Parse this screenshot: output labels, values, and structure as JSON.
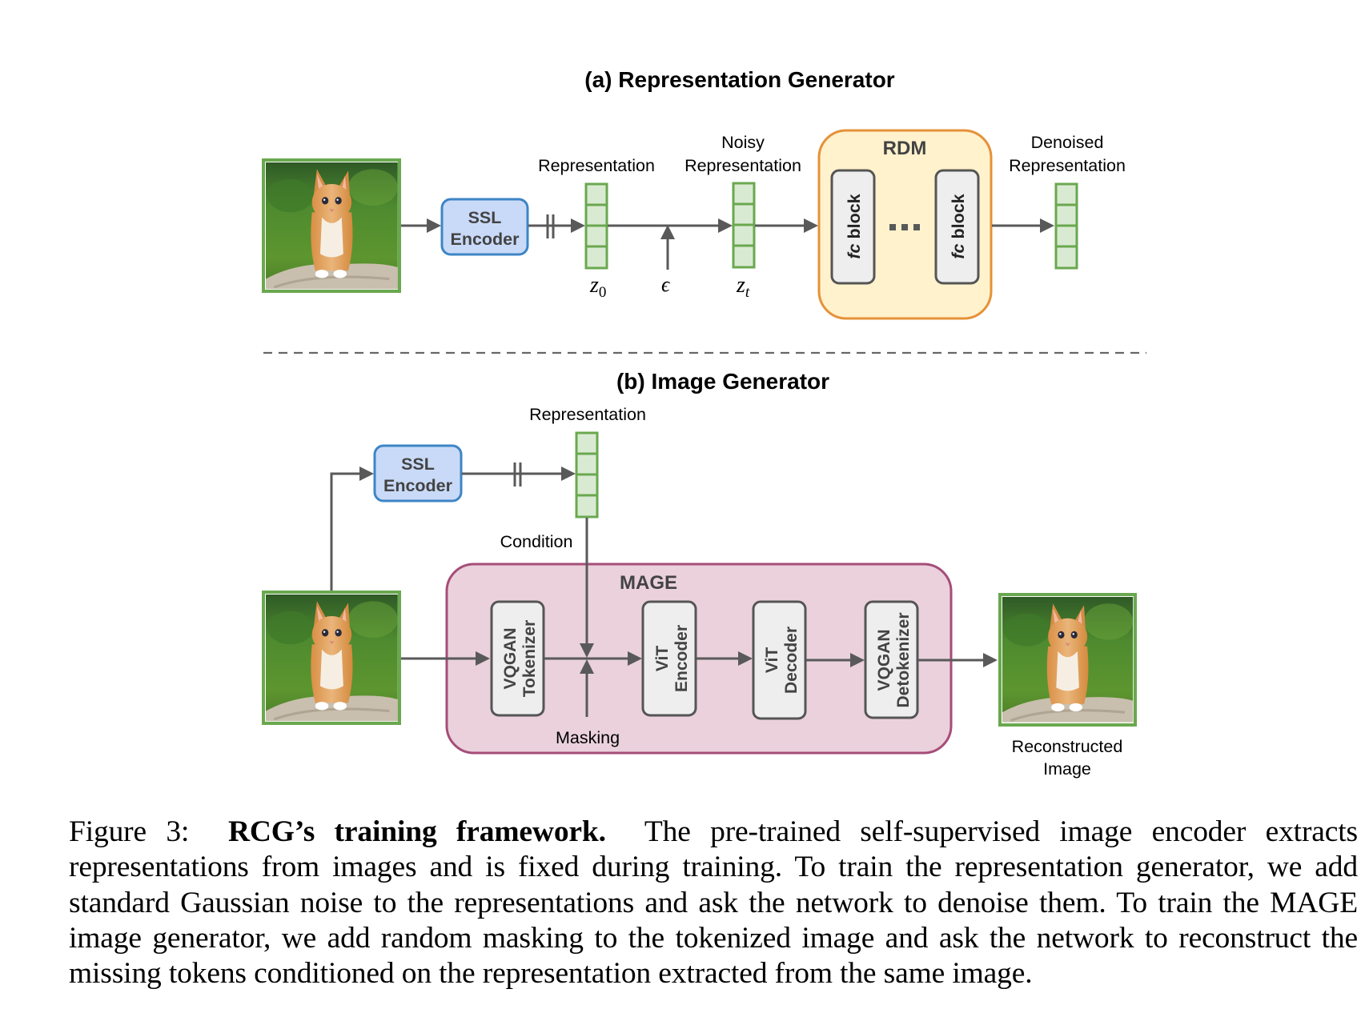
{
  "figure": {
    "panel_a": {
      "title": "(a) Representation Generator",
      "ssl_encoder": [
        "SSL",
        "Encoder"
      ],
      "label_representation": "Representation",
      "label_noisy": [
        "Noisy",
        "Representation"
      ],
      "label_denoised": [
        "Denoised",
        "Representation"
      ],
      "rdm_title": "RDM",
      "fc_block_prefix": "fc",
      "fc_block_suffix": " block",
      "ellipsis": "…",
      "sym_z0": "z",
      "sym_z0_sub": "0",
      "sym_eps": "ϵ",
      "sym_zt": "z",
      "sym_zt_sub": "t"
    },
    "panel_b": {
      "title": "(b) Image Generator",
      "ssl_encoder": [
        "SSL",
        "Encoder"
      ],
      "label_representation": "Representation",
      "label_condition": "Condition",
      "label_masking": "Masking",
      "mage_title": "MAGE",
      "blocks": [
        [
          "VQGAN",
          "Tokenizer"
        ],
        [
          "ViT",
          "Encoder"
        ],
        [
          "ViT",
          "Decoder"
        ],
        [
          "VQGAN",
          "Detokenizer"
        ]
      ],
      "label_reconstructed": [
        "Reconstructed",
        "Image"
      ]
    },
    "colors": {
      "image_border": "#6aa84f",
      "vector_fill": "#d9ead3",
      "vector_border": "#6aa84f",
      "ssl_fill": "#c9daf8",
      "ssl_border": "#3d85c6",
      "rdm_fill": "#fff2cc",
      "rdm_border": "#e69138",
      "mage_fill": "#ead1dc",
      "mage_border": "#a64d79",
      "block_fill": "#eeeeee",
      "block_border": "#555555",
      "arrow": "#595959"
    }
  },
  "caption": {
    "label": "Figure 3:",
    "bold": "RCG’s training framework.",
    "text": "The pre-trained self-supervised image encoder extracts representations from images and is fixed during training. To train the representation generator, we add standard Gaussian noise to the representations and ask the network to denoise them. To train the MAGE image generator, we add random masking to the tokenized image and ask the network to reconstruct the missing tokens conditioned on the representation extracted from the same image."
  }
}
